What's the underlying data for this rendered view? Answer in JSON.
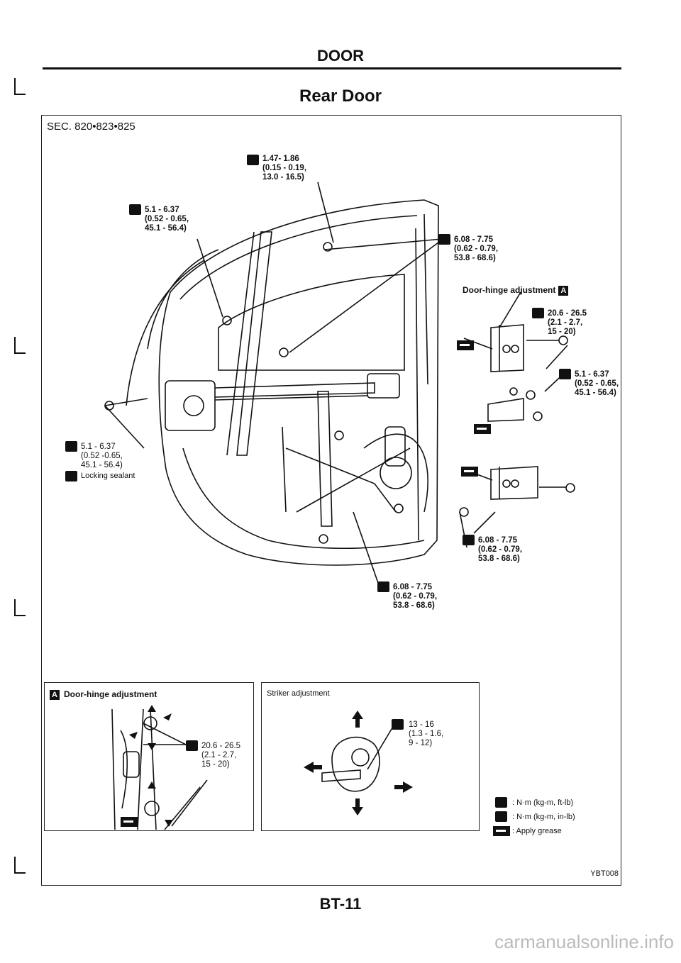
{
  "header": {
    "title": "DOOR",
    "subtitle": "Rear Door"
  },
  "section_ref": "SEC. 820•823•825",
  "callouts": {
    "top": {
      "lines": [
        "1.47- 1.86",
        "(0.15 - 0.19,",
        "13.0 - 16.5)"
      ]
    },
    "upper_left": {
      "lines": [
        "5.1 - 6.37",
        "(0.52 - 0.65,",
        "45.1 - 56.4)"
      ]
    },
    "upper_right": {
      "lines": [
        "6.08 - 7.75",
        "(0.62 - 0.79,",
        "53.8 - 68.6)"
      ]
    },
    "hinge_adjust_label": "Door-hinge adjustment",
    "hinge_adjust_badge": "A",
    "hinge_torque": {
      "lines": [
        "20.6 - 26.5",
        "(2.1 - 2.7,",
        "15 - 20)"
      ]
    },
    "hinge_right": {
      "lines": [
        "5.1 - 6.37",
        "(0.52 - 0.65,",
        "45.1 - 56.4)"
      ]
    },
    "left_mid": {
      "lines": [
        "5.1 - 6.37",
        "(0.52 -0.65,",
        "45.1 - 56.4)"
      ]
    },
    "locking_sealant": "Locking sealant",
    "lower_right": {
      "lines": [
        "6.08 - 7.75",
        "(0.62 - 0.79,",
        "53.8 - 68.6)"
      ]
    },
    "bottom_center": {
      "lines": [
        "6.08 - 7.75",
        "(0.62 - 0.79,",
        "53.8 - 68.6)"
      ]
    }
  },
  "inset_a": {
    "badge": "A",
    "title": "Door-hinge adjustment",
    "torque": {
      "lines": [
        "20.6 - 26.5",
        "(2.1 - 2.7,",
        "15 - 20)"
      ]
    }
  },
  "inset_striker": {
    "title": "Striker adjustment",
    "torque": {
      "lines": [
        "13 - 16",
        "(1.3 - 1.6,",
        "9 - 12)"
      ]
    }
  },
  "legend": [
    {
      "icon": "torque-ftlb-icon",
      "text": ": N·m (kg-m, ft-lb)"
    },
    {
      "icon": "torque-inlb-icon",
      "text": ": N·m (kg-m, in-lb)"
    },
    {
      "icon": "grease-icon",
      "text": ": Apply grease"
    }
  ],
  "figure_code": "YBT008",
  "page_number": "BT-11",
  "watermark": "carmanualsonline.info"
}
